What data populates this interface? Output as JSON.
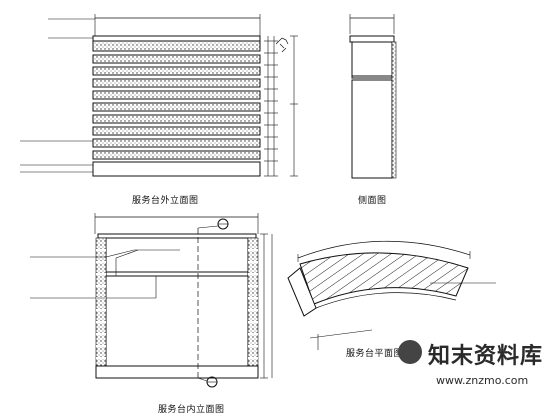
{
  "views": {
    "front": {
      "caption": "服务台外立面图"
    },
    "side": {
      "caption": "侧面图"
    },
    "back": {
      "caption": "服务台内立面图"
    },
    "plan": {
      "caption": "服务台平面图"
    }
  },
  "watermark": {
    "text_cn": "知末资料库",
    "text_en": "www.znzmo.com"
  }
}
